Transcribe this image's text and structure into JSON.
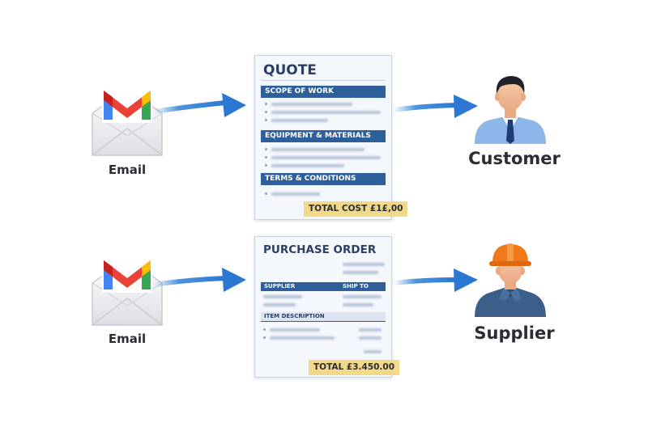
{
  "rows": [
    {
      "source_label": "Email",
      "source_icon": "gmail-envelope-icon",
      "document": {
        "title": "QUOTE",
        "sections": [
          "SCOPE OF WORK",
          "EQUIPMENT & MATERIALS",
          "TERMS & CONDITIONS"
        ],
        "total": "TOTAL COST £1£,00"
      },
      "recipient_label": "Customer",
      "recipient_icon": "businessman-avatar-icon"
    },
    {
      "source_label": "Email",
      "source_icon": "gmail-envelope-icon",
      "document": {
        "title": "PURCHASE ORDER",
        "col_supplier": "SUPPLIER",
        "col_ship_to": "SHIP TO",
        "item_header": "ITEM DESCRIPTION",
        "total": "TOTAL   £3.450.00"
      },
      "recipient_label": "Supplier",
      "recipient_icon": "hardhat-worker-avatar-icon"
    }
  ],
  "colors": {
    "arrow": "#2f7fd6",
    "doc_band": "#2f5f9a",
    "total_bg": "#f2d98a",
    "label": "#2a2d33"
  }
}
